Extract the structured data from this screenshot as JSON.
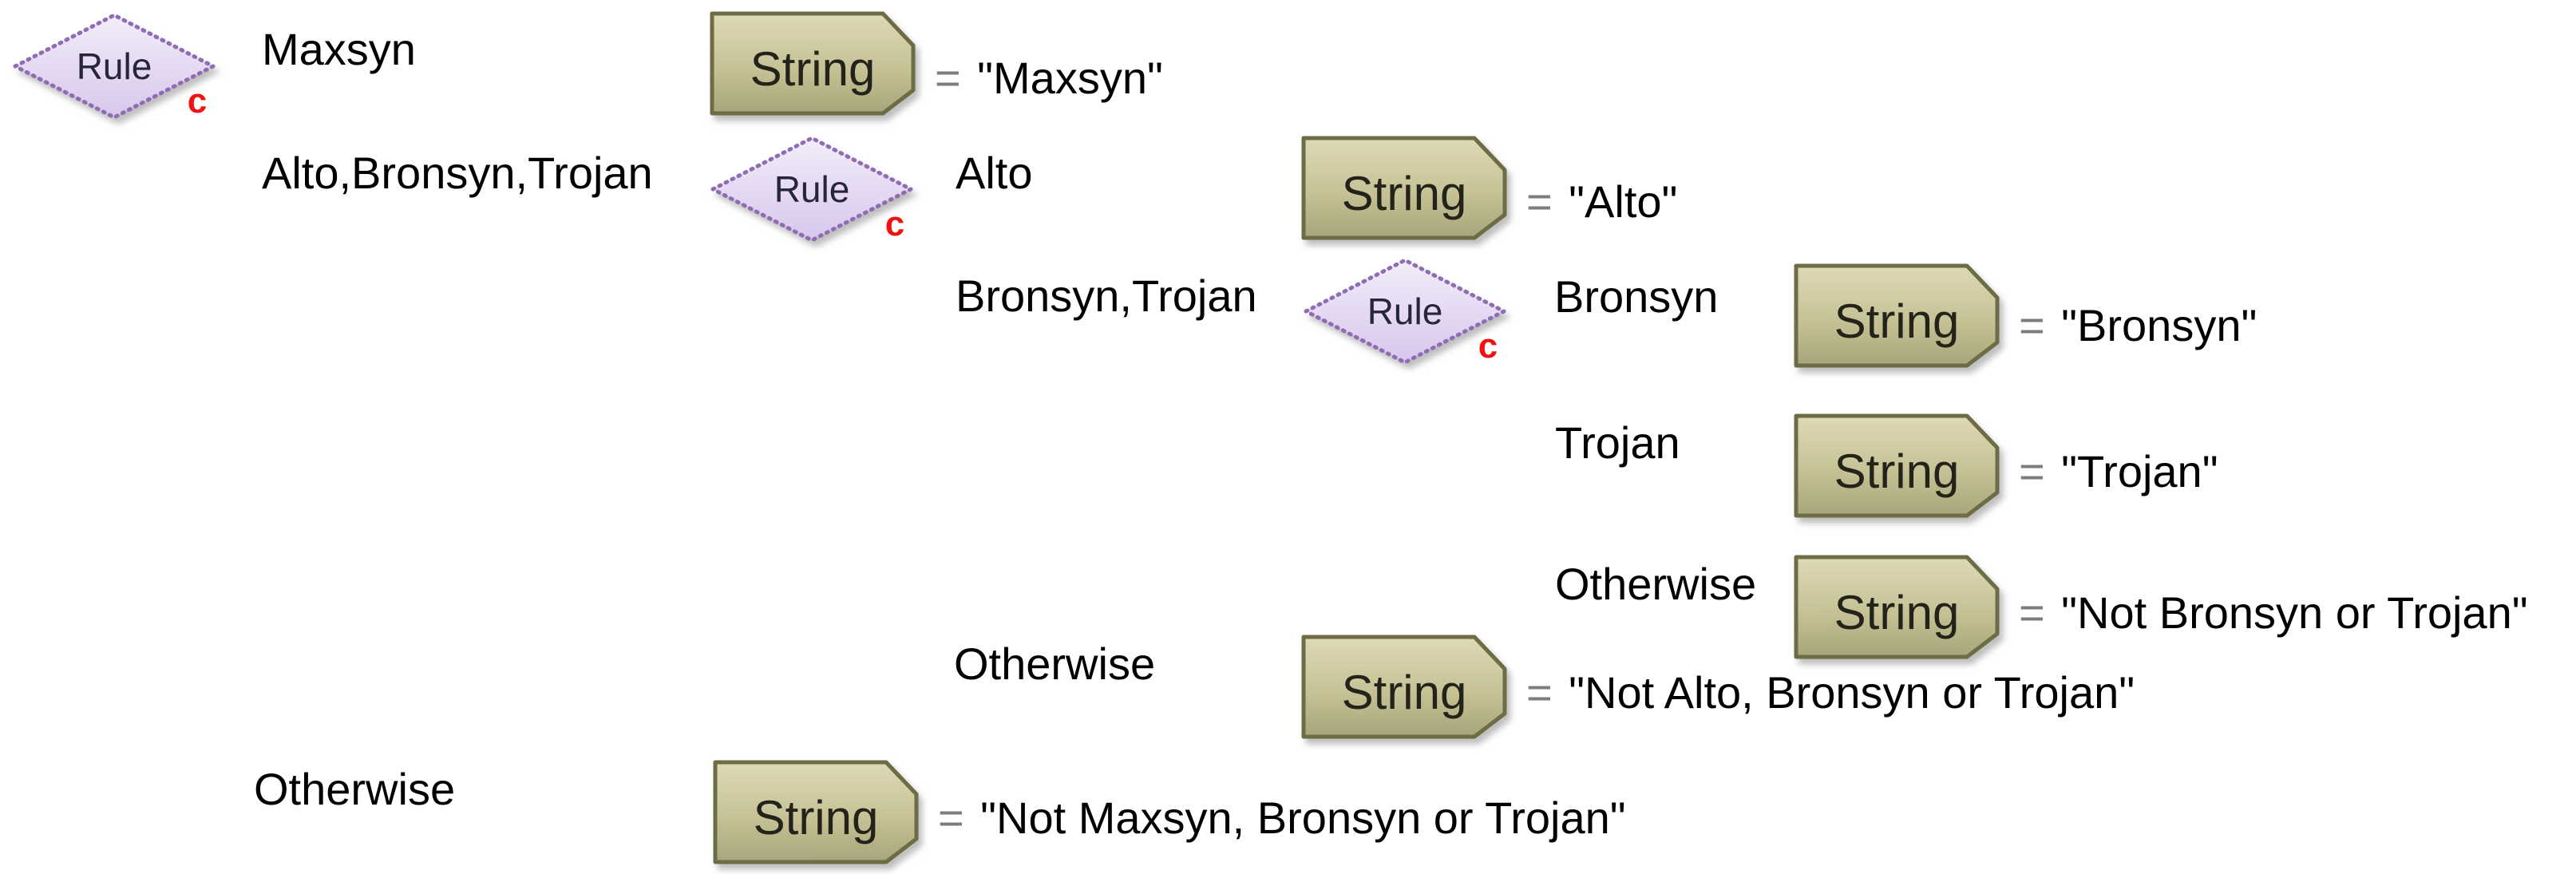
{
  "diagram": {
    "type": "rule-decision-tree",
    "rules": [
      {
        "label": "Rule",
        "subscript": "c"
      },
      {
        "label": "Rule",
        "subscript": "c"
      },
      {
        "label": "Rule",
        "subscript": "c"
      }
    ],
    "branches": [
      {
        "condition": "Maxsyn"
      },
      {
        "condition": "Alto,Bronsyn,Trojan"
      },
      {
        "condition": "Otherwise"
      },
      {
        "condition": "Alto"
      },
      {
        "condition": "Bronsyn,Trojan"
      },
      {
        "condition": "Otherwise"
      },
      {
        "condition": "Bronsyn"
      },
      {
        "condition": "Trojan"
      },
      {
        "condition": "Otherwise"
      }
    ],
    "outputs": [
      {
        "type": "String",
        "operator": "=",
        "value": "\"Maxsyn\""
      },
      {
        "type": "String",
        "operator": "=",
        "value": "\"Alto\""
      },
      {
        "type": "String",
        "operator": "=",
        "value": "\"Bronsyn\""
      },
      {
        "type": "String",
        "operator": "=",
        "value": "\"Trojan\""
      },
      {
        "type": "String",
        "operator": "=",
        "value": "\"Not Bronsyn or Trojan\""
      },
      {
        "type": "String",
        "operator": "=",
        "value": "\"Not Alto, Bronsyn or Trojan\""
      },
      {
        "type": "String",
        "operator": "=",
        "value": "\"Not Maxsyn, Bronsyn or Trojan\""
      }
    ],
    "colors": {
      "diamond_fill_top": "#f2edf9",
      "diamond_fill_bottom": "#d8c7ec",
      "diamond_border": "#8f6db5",
      "box_fill_top": "#ded9b6",
      "box_fill_bottom": "#a8a57a",
      "box_border": "#6c6c44",
      "connector": "#000000",
      "subscript": "#f21111",
      "operator": "#7d7d7d",
      "text": "#000000"
    }
  }
}
